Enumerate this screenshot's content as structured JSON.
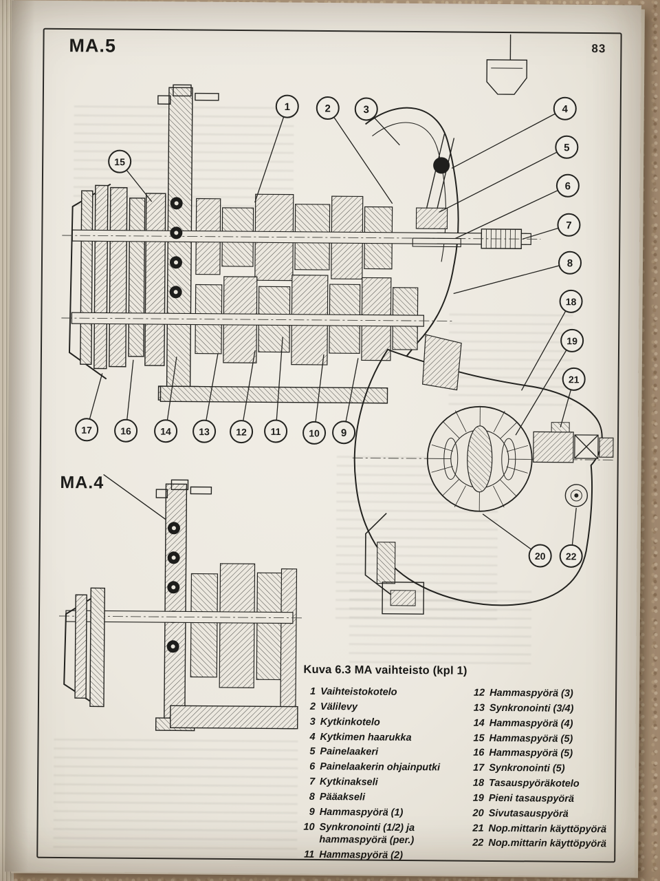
{
  "page": {
    "number": "83",
    "section_label_top": "MA.5",
    "section_label_bottom": "MA.4"
  },
  "figure": {
    "caption": "Kuva 6.3 MA vaihteisto (kpl 1)",
    "callouts": [
      "1",
      "2",
      "3",
      "4",
      "5",
      "6",
      "7",
      "8",
      "18",
      "19",
      "21",
      "15",
      "17",
      "16",
      "14",
      "13",
      "12",
      "11",
      "10",
      "9",
      "20",
      "22"
    ],
    "legend_col1": [
      {
        "num": "1",
        "label": "Vaihteistokotelo"
      },
      {
        "num": "2",
        "label": "Välilevy"
      },
      {
        "num": "3",
        "label": "Kytkinkotelo"
      },
      {
        "num": "4",
        "label": "Kytkimen haarukka"
      },
      {
        "num": "5",
        "label": "Painelaakeri"
      },
      {
        "num": "6",
        "label": "Painelaakerin ohjainputki"
      },
      {
        "num": "7",
        "label": "Kytkinakseli"
      },
      {
        "num": "8",
        "label": "Pääakseli"
      },
      {
        "num": "9",
        "label": "Hammaspyörä (1)"
      },
      {
        "num": "10",
        "label": "Synkronointi (1/2) ja hammaspyörä (per.)"
      },
      {
        "num": "11",
        "label": "Hammaspyörä (2)"
      }
    ],
    "legend_col2": [
      {
        "num": "12",
        "label": "Hammaspyörä (3)"
      },
      {
        "num": "13",
        "label": "Synkronointi (3/4)"
      },
      {
        "num": "14",
        "label": "Hammaspyörä (4)"
      },
      {
        "num": "15",
        "label": "Hammaspyörä (5)"
      },
      {
        "num": "16",
        "label": "Hammaspyörä (5)"
      },
      {
        "num": "17",
        "label": "Synkronointi (5)"
      },
      {
        "num": "18",
        "label": "Tasauspyöräkotelo"
      },
      {
        "num": "19",
        "label": "Pieni tasauspyörä"
      },
      {
        "num": "20",
        "label": "Sivutasauspyörä"
      },
      {
        "num": "21",
        "label": "Nop.mittarin käyttöpyörä"
      },
      {
        "num": "22",
        "label": "Nop.mittarin käyttöpyörä"
      }
    ],
    "colors": {
      "paper": "#ece8df",
      "ink": "#222220",
      "carpet": "#c2ab90"
    }
  }
}
